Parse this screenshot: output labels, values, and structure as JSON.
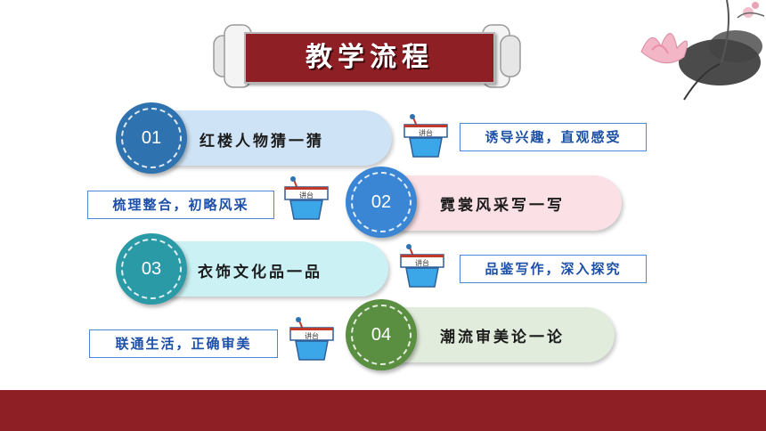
{
  "slide": {
    "title": "教学流程",
    "podium_label": "讲台",
    "colors": {
      "maroon": "#8e1f24",
      "step1": "#2f72b0",
      "step2": "#3b86d4",
      "step3": "#2a9aa7",
      "step4": "#5a8f42"
    }
  },
  "steps": [
    {
      "number": "01",
      "label": "红楼人物猜一猜",
      "note": "诱导兴趣，直观感受"
    },
    {
      "number": "02",
      "label": "霓裳风采写一写",
      "note": "梳理整合，初略风采"
    },
    {
      "number": "03",
      "label": "衣饰文化品一品",
      "note": "品鉴写作，深入探究"
    },
    {
      "number": "04",
      "label": "潮流审美论一论",
      "note": "联通生活，正确审美"
    }
  ]
}
